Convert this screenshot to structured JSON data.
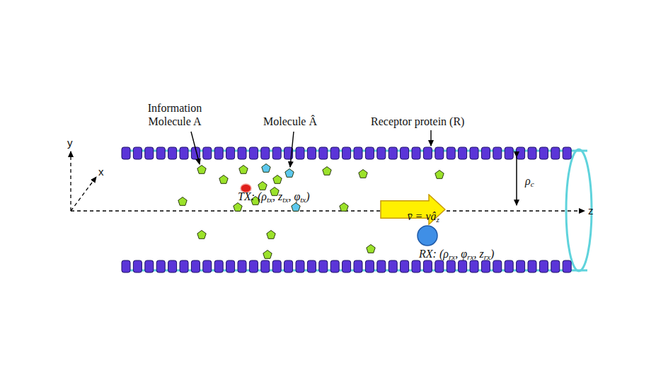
{
  "diagram": {
    "nodes": [
      {
        "text": [
          "TX: (ρtx, ztx, φtx)"
        ]
      },
      {
        "text": [
          "v̄ = vâz"
        ]
      },
      {
        "text": [
          "RX: (ρrx, φrx, zrx)"
        ]
      }
    ],
    "labels": [
      "Information Molecule A",
      "Molecule Â",
      "Receptor protein (R)",
      "y",
      "x",
      "z",
      "ρc"
    ]
  }
}
